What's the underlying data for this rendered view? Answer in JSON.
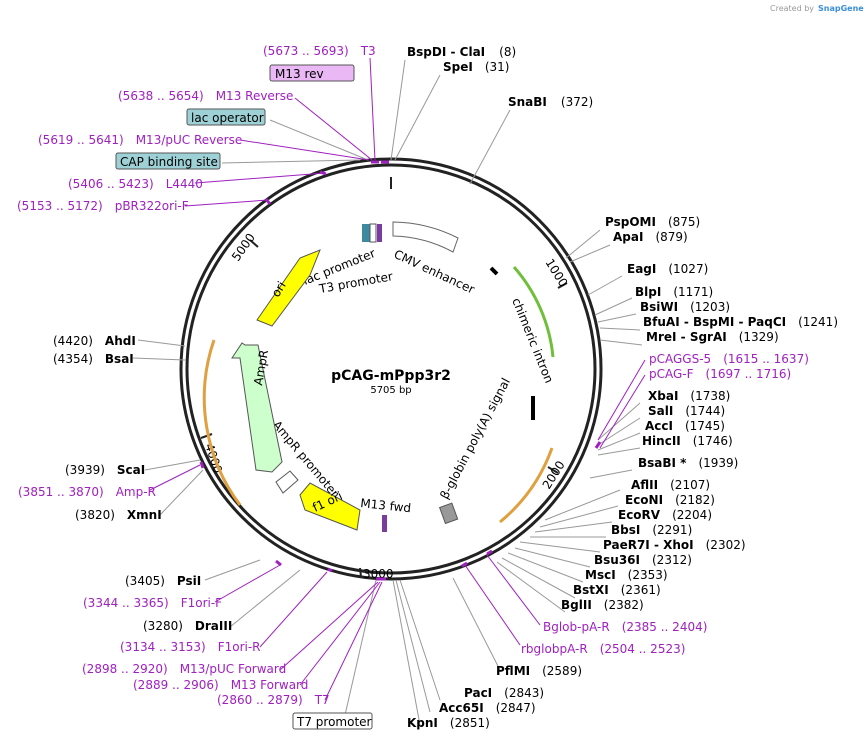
{
  "credit": {
    "created_by": "Created by",
    "brand": "SnapGene"
  },
  "map": {
    "name": "pCAG-mPpp3r2",
    "length_label": "5705 bp",
    "total_bp": 5705
  },
  "colors": {
    "primer": "#a020c0",
    "promoter_fill": "#ffffff",
    "ori_fill": "#ffff00",
    "ampr_fill": "#ccffcc",
    "f1ori_fill": "#ffff00",
    "lac_op_fill": "#9dd1d6",
    "cap_fill": "#9dd1d6",
    "m13rev_fill": "#e9b8f5"
  },
  "ticks": [
    "1000",
    "2000",
    "3000",
    "4000",
    "5000"
  ],
  "sites_right": [
    {
      "name": "BspDI",
      "name2": "ClaI",
      "pos": "(8)"
    },
    {
      "name": "SpeI",
      "pos": "(31)"
    },
    {
      "name": "SnaBI",
      "pos": "(372)"
    },
    {
      "name": "PspOMI",
      "pos": "(875)"
    },
    {
      "name": "ApaI",
      "pos": "(879)"
    },
    {
      "name": "EagI",
      "pos": "(1027)"
    },
    {
      "name": "BlpI",
      "pos": "(1171)"
    },
    {
      "name": "BsiWI",
      "pos": "(1203)"
    },
    {
      "name": "BfuAI",
      "name2": "BspMI",
      "name3": "PaqCI",
      "pos": "(1241)"
    },
    {
      "name": "MreI",
      "name2": "SgrAI",
      "pos": "(1329)"
    },
    {
      "name": "XbaI",
      "pos": "(1738)"
    },
    {
      "name": "SalI",
      "pos": "(1744)"
    },
    {
      "name": "AccI",
      "pos": "(1745)"
    },
    {
      "name": "HincII",
      "pos": "(1746)"
    },
    {
      "name": "BsaBI *",
      "pos": "(1939)"
    },
    {
      "name": "AflII",
      "pos": "(2107)"
    },
    {
      "name": "EcoNI",
      "pos": "(2182)"
    },
    {
      "name": "EcoRV",
      "pos": "(2204)"
    },
    {
      "name": "BbsI",
      "pos": "(2291)"
    },
    {
      "name": "PaeR7I",
      "name2": "XhoI",
      "pos": "(2302)"
    },
    {
      "name": "Bsu36I",
      "pos": "(2312)"
    },
    {
      "name": "MscI",
      "pos": "(2353)"
    },
    {
      "name": "BstXI",
      "pos": "(2361)"
    },
    {
      "name": "BglII",
      "pos": "(2382)"
    },
    {
      "name": "PflMI",
      "pos": "(2589)"
    },
    {
      "name": "PacI",
      "pos": "(2843)"
    },
    {
      "name": "Acc65I",
      "pos": "(2847)"
    },
    {
      "name": "KpnI",
      "pos": "(2851)"
    }
  ],
  "primers_right": [
    {
      "name": "pCAGGS-5",
      "range": "(1615 .. 1637)"
    },
    {
      "name": "pCAG-F",
      "range": "(1697 .. 1716)"
    },
    {
      "name": "Bglob-pA-R",
      "range": "(2385 .. 2404)"
    },
    {
      "name": "rbglobpA-R",
      "range": "(2504 .. 2523)"
    }
  ],
  "left_items": [
    {
      "range": "(5673 .. 5693)",
      "name": "T3"
    },
    {
      "box": "M13 rev"
    },
    {
      "range": "(5638 .. 5654)",
      "name": "M13 Reverse"
    },
    {
      "box": "lac operator"
    },
    {
      "range": "(5619 .. 5641)",
      "name": "M13/pUC Reverse"
    },
    {
      "box": "CAP binding site"
    },
    {
      "range": "(5406 .. 5423)",
      "name": "L4440"
    },
    {
      "range": "(5153 .. 5172)",
      "name": "pBR322ori-F"
    },
    {
      "pos": "(4420)",
      "name": "AhdI"
    },
    {
      "pos": "(4354)",
      "name": "BsaI"
    },
    {
      "pos": "(3939)",
      "name": "ScaI"
    },
    {
      "range": "(3851 .. 3870)",
      "name": "Amp-R"
    },
    {
      "pos": "(3820)",
      "name": "XmnI"
    },
    {
      "pos": "(3405)",
      "name": "PsiI"
    },
    {
      "range": "(3344 .. 3365)",
      "name": "F1ori-F"
    },
    {
      "pos": "(3280)",
      "name": "DraIII"
    },
    {
      "range": "(3134 .. 3153)",
      "name": "F1ori-R"
    },
    {
      "range": "(2898 .. 2920)",
      "name": "M13/pUC Forward"
    },
    {
      "range": "(2889 .. 2906)",
      "name": "M13 Forward"
    },
    {
      "range": "(2860 .. 2879)",
      "name": "T7"
    },
    {
      "box": "T7 promoter"
    }
  ],
  "features": {
    "cmv_enhancer": "CMV enhancer",
    "lac_promoter": "lac promoter",
    "t3_promoter": "T3 promoter",
    "chimeric_intron": "chimeric intron",
    "beta_globin": "β-globin poly(A) signal",
    "m13_fwd": "M13 fwd",
    "f1_ori": "f1 ori",
    "ampr_promoter": "AmpR promoter",
    "ampr": "AmpR",
    "ori": "ori"
  }
}
